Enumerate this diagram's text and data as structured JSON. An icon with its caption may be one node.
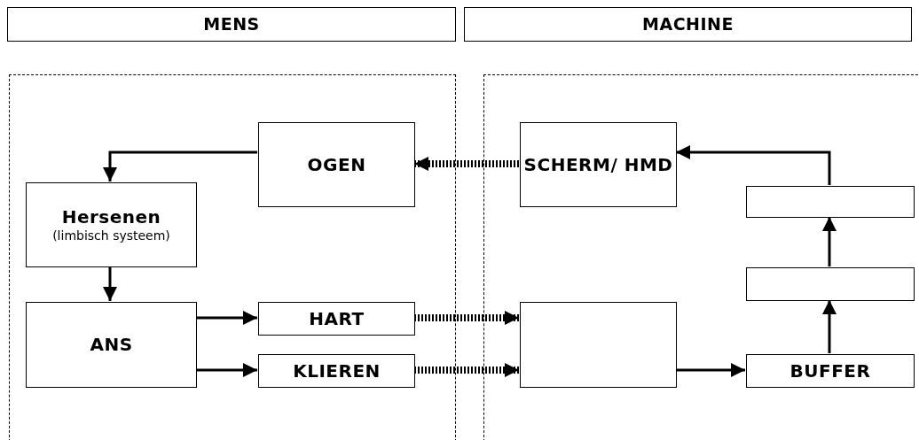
{
  "diagram": {
    "nodes": [
      {
        "text": [
          "MENS"
        ]
      },
      {
        "text": [
          "MACHINE"
        ]
      },
      {
        "text": [],
        "shape": "box"
      },
      {
        "text": [
          "OGEN"
        ],
        "in": 2
      },
      {
        "text": [
          "Hersenen",
          "(limbisch systeem)"
        ],
        "in": 2
      },
      {
        "text": [
          "ANS"
        ],
        "in": 2
      },
      {
        "text": [
          "HART"
        ],
        "in": 2
      },
      {
        "text": [
          "KLIEREN"
        ],
        "in": 2
      },
      {
        "text": [],
        "shape": "box"
      },
      {
        "text": [
          "SCHERM/ HMD"
        ],
        "in": 8
      },
      {
        "text": [],
        "shape": "box",
        "in": 8
      },
      {
        "text": [],
        "shape": "box",
        "in": 8
      },
      {
        "text": [],
        "shape": "box",
        "in": 8
      },
      {
        "text": [
          "BUFFER"
        ],
        "in": 8
      }
    ],
    "edges": [
      {
        "from": 3,
        "to": 4,
        "arrow": "to"
      },
      {
        "from": 4,
        "to": 5,
        "arrow": "to"
      },
      {
        "from": 5,
        "to": 6,
        "arrow": "to"
      },
      {
        "from": 5,
        "to": 7,
        "arrow": "to"
      },
      {
        "from": 6,
        "to": 12,
        "arrow": "to",
        "style": "dashed"
      },
      {
        "from": 7,
        "to": 12,
        "arrow": "to",
        "style": "dashed"
      },
      {
        "from": 9,
        "to": 3,
        "arrow": "to",
        "style": "dashed"
      },
      {
        "from": 12,
        "to": 13,
        "arrow": "to"
      },
      {
        "from": 13,
        "to": 11,
        "arrow": "to"
      },
      {
        "from": 11,
        "to": 10,
        "arrow": "to"
      },
      {
        "from": 10,
        "to": 9,
        "arrow": "to"
      }
    ]
  }
}
